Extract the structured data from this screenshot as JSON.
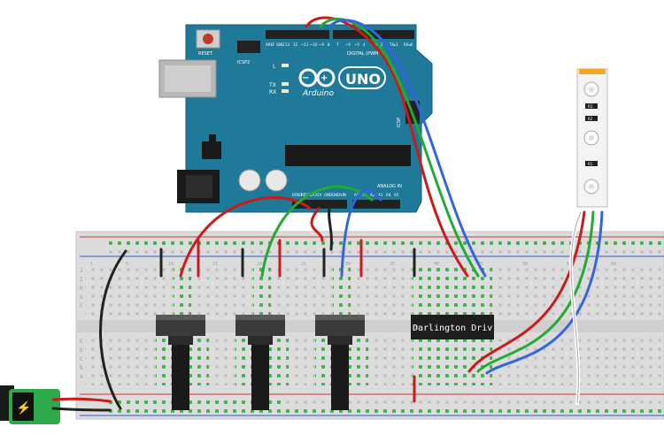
{
  "arduino": {
    "reset_label": "RESET",
    "icsp2_label": "ICSP2",
    "icsp_label": "ICSP",
    "digital_label": "DIGITAL (PWM~)",
    "analog_label": "ANALOG IN",
    "brand_label": "Arduino",
    "uno_label": "UNO",
    "led_l": "L",
    "led_tx": "TX",
    "led_rx": "RX",
    "digital_pins": [
      "AREF",
      "GND",
      "13",
      "12",
      "~11",
      "~10",
      "~9",
      "8",
      "7",
      "~6",
      "~5",
      "4",
      "~3",
      "2",
      "TX▸1",
      "RX◂0"
    ],
    "power_pins": [
      "IOREF",
      "RESET",
      "3V3",
      "5V",
      "GND",
      "GND",
      "VIN"
    ],
    "analog_pins": [
      "A0",
      "A1",
      "A2",
      "A3",
      "A4",
      "A5"
    ]
  },
  "breadboard": {
    "row_letters_top": [
      "J",
      "I",
      "H",
      "G",
      "F"
    ],
    "row_letters_bottom": [
      "E",
      "D",
      "C",
      "B",
      "A"
    ],
    "column_numbers": [
      "1",
      "5",
      "10",
      "15",
      "20",
      "25",
      "30",
      "35",
      "40",
      "45",
      "50",
      "55",
      "60"
    ]
  },
  "chip": {
    "label": "Darlington Driv"
  },
  "led_strip": {
    "labels": [
      "R3",
      "R2",
      "R1"
    ]
  },
  "colors": {
    "board": "#1f7a99",
    "wire_red": "#cc1a1a",
    "wire_green": "#22aa33",
    "wire_blue": "#3366dd",
    "wire_black": "#222222",
    "hole_green": "#3fb34f",
    "rail_red": "#d33333",
    "rail_blue": "#3355cc"
  }
}
